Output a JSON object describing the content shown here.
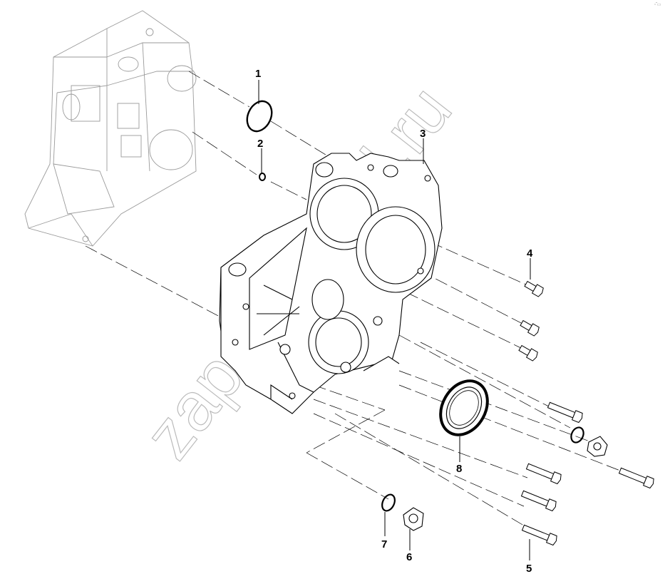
{
  "callouts": [
    {
      "id": "1",
      "label": "1"
    },
    {
      "id": "2",
      "label": "2"
    },
    {
      "id": "3",
      "label": "3"
    },
    {
      "id": "4",
      "label": "4"
    },
    {
      "id": "5",
      "label": "5"
    },
    {
      "id": "6",
      "label": "6"
    },
    {
      "id": "7",
      "label": "7"
    },
    {
      "id": "8",
      "label": "8"
    }
  ],
  "watermark": "zapchasti-td.ru",
  "corner_mark": "▫̃ ▭",
  "colors": {
    "line": "#000000",
    "ghost": "#9a9a9a",
    "watermark": "#bbbbbb"
  }
}
